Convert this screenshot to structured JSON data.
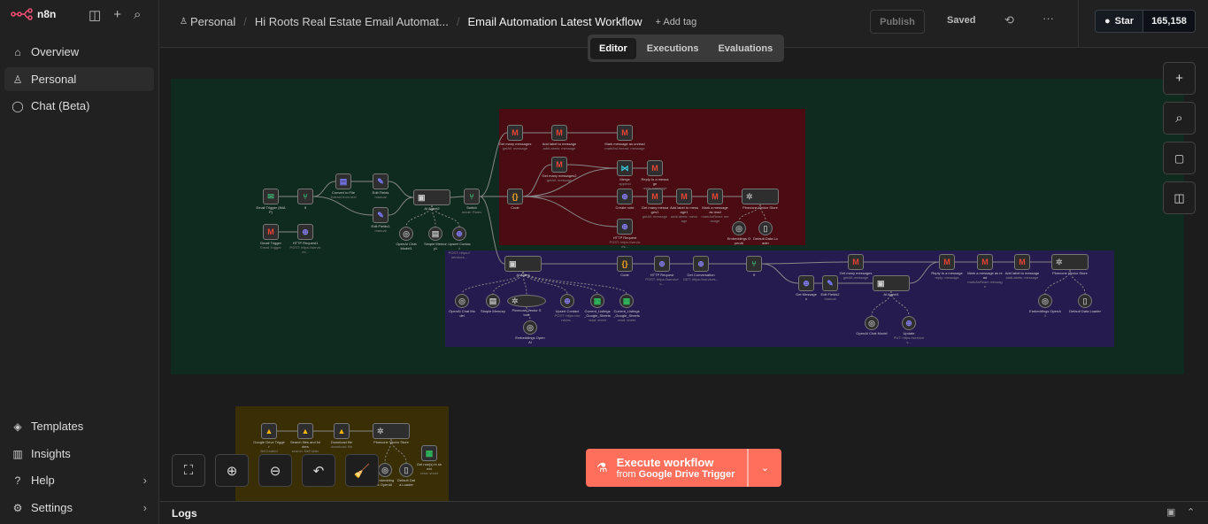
{
  "app": {
    "name": "n8n",
    "brand_color": "#ea4b71"
  },
  "sidebar": {
    "items": [
      {
        "label": "Overview",
        "icon": "home-icon"
      },
      {
        "label": "Personal",
        "icon": "user-icon"
      },
      {
        "label": "Chat (Beta)",
        "icon": "chat-icon"
      }
    ],
    "bottom": [
      {
        "label": "Templates",
        "icon": "templates-icon"
      },
      {
        "label": "Insights",
        "icon": "chart-icon"
      },
      {
        "label": "Help",
        "icon": "help-icon"
      },
      {
        "label": "Settings",
        "icon": "gear-icon"
      }
    ]
  },
  "header": {
    "breadcrumb": [
      "Personal",
      "Hi Roots Real Estate Email Automat...",
      "Email Automation Latest Workflow"
    ],
    "add_tag": "+ Add tag",
    "publish": "Publish",
    "saved": "Saved",
    "github_star": "Star",
    "github_count": "165,158"
  },
  "tabs": [
    "Editor",
    "Executions",
    "Evaluations"
  ],
  "canvas": {
    "groups": [
      {
        "color": "#0f2a1f"
      },
      {
        "color": "#4a0b12"
      },
      {
        "color": "#261b4f"
      },
      {
        "color": "#3a2e05"
      }
    ],
    "nodes": [
      {
        "id": "a1",
        "label": "Email Trigger (IMAP)",
        "icon": "email"
      },
      {
        "id": "a2",
        "label": "If",
        "icon": "if"
      },
      {
        "id": "a3",
        "label": "Convert to File",
        "sub": "Extract from text",
        "icon": "file"
      },
      {
        "id": "a4",
        "label": "Edit Fields",
        "sub": "manual",
        "icon": "pen"
      },
      {
        "id": "a5",
        "label": "Edit Fields1",
        "sub": "manual",
        "icon": "pen"
      },
      {
        "id": "a6",
        "label": "AI Agent2",
        "icon": "bot"
      },
      {
        "id": "a7",
        "label": "Switch",
        "sub": "mode: Rules",
        "icon": "if"
      },
      {
        "id": "a8",
        "label": "Gmail Trigger",
        "sub": "Email Trigger",
        "icon": "gmail"
      },
      {
        "id": "a9",
        "label": "HTTP Request1",
        "sub": "POST: https://services...",
        "icon": "globe"
      },
      {
        "id": "a10",
        "label": "OpenAI Chat Model1",
        "icon": "ai"
      },
      {
        "id": "a11",
        "label": "Simple Memory1",
        "icon": "db"
      },
      {
        "id": "a12",
        "label": "Upsert Contact",
        "sub": "POST: https://services...",
        "icon": "globe"
      },
      {
        "id": "r1",
        "label": "Get many messages",
        "sub": "getAll: message",
        "icon": "gmail"
      },
      {
        "id": "r2",
        "label": "Add label to message",
        "sub": "addLabels: message",
        "icon": "gmail"
      },
      {
        "id": "r3",
        "label": "Mark message as unread",
        "sub": "markAsUnread: message",
        "icon": "gmail"
      },
      {
        "id": "r4",
        "label": "Get many messages2",
        "sub": "getAll: message",
        "icon": "gmail"
      },
      {
        "id": "r5",
        "label": "Merge",
        "sub": "append",
        "icon": "merge"
      },
      {
        "id": "r6",
        "label": "Reply to a message",
        "sub": "reply: message",
        "icon": "gmail"
      },
      {
        "id": "r7",
        "label": "Code",
        "icon": "code"
      },
      {
        "id": "r8",
        "label": "Create note",
        "icon": "globe"
      },
      {
        "id": "r9",
        "label": "Get many messages1",
        "sub": "getAll: message",
        "icon": "gmail"
      },
      {
        "id": "r10",
        "label": "Add label to message1",
        "sub": "addLabels: message",
        "icon": "gmail"
      },
      {
        "id": "r11",
        "label": "Mark a message as read",
        "sub": "markAsRead: message",
        "icon": "gmail"
      },
      {
        "id": "r12",
        "label": "Pinecone Vector Store",
        "icon": "pine"
      },
      {
        "id": "r13",
        "label": "HTTP Request",
        "sub": "POST: https://services...",
        "icon": "globe"
      },
      {
        "id": "r14",
        "label": "Embeddings OpenAI",
        "icon": "ai"
      },
      {
        "id": "r15",
        "label": "Default Data Loader",
        "icon": "doc"
      },
      {
        "id": "b1",
        "label": "AI Agent",
        "icon": "bot"
      },
      {
        "id": "b2",
        "label": "Code",
        "icon": "code"
      },
      {
        "id": "b3",
        "label": "HTTP Request",
        "sub": "POST: https://services...",
        "icon": "globe"
      },
      {
        "id": "b4",
        "label": "Get Conversation",
        "sub": "GET: https://services...",
        "icon": "globe"
      },
      {
        "id": "b5",
        "label": "If",
        "icon": "if"
      },
      {
        "id": "b6",
        "label": "Get many messages",
        "sub": "getAll: message",
        "icon": "gmail"
      },
      {
        "id": "b7",
        "label": "Get Messages",
        "icon": "globe"
      },
      {
        "id": "b8",
        "label": "Edit Fields2",
        "sub": "manual",
        "icon": "pen"
      },
      {
        "id": "b9",
        "label": "AI Agent1",
        "icon": "bot"
      },
      {
        "id": "b10",
        "label": "Reply to a message",
        "sub": "reply: message",
        "icon": "gmail"
      },
      {
        "id": "b11",
        "label": "Mark a message as read",
        "sub": "markAsRead: message",
        "icon": "gmail"
      },
      {
        "id": "b12",
        "label": "Add label to message",
        "sub": "addLabels: message",
        "icon": "gmail"
      },
      {
        "id": "b13",
        "label": "Pinecone Vector Store",
        "icon": "pine"
      },
      {
        "id": "b14",
        "label": "OpenAI Chat Model",
        "icon": "ai"
      },
      {
        "id": "b15",
        "label": "Simple Memory",
        "icon": "db"
      },
      {
        "id": "b16",
        "label": "Pinecone Vector Store",
        "icon": "pine"
      },
      {
        "id": "b17",
        "label": "Upsert Contact",
        "sub": "POST: https://services...",
        "icon": "globe"
      },
      {
        "id": "b18",
        "label": "Current_Listings_Google_Sheets",
        "sub": "read: sheet",
        "icon": "sheet"
      },
      {
        "id": "b19",
        "label": "Current_Listings_Google_Sheets",
        "sub": "read: sheet",
        "icon": "sheet"
      },
      {
        "id": "b20",
        "label": "Embeddings OpenAI",
        "icon": "ai"
      },
      {
        "id": "b21",
        "label": "OpenAI Chat Model",
        "icon": "ai"
      },
      {
        "id": "b22",
        "label": "Update",
        "sub": "PUT: https://services...",
        "icon": "globe"
      },
      {
        "id": "b23",
        "label": "Embeddings OpenAI",
        "icon": "ai"
      },
      {
        "id": "b24",
        "label": "Default Data Loader",
        "icon": "doc"
      },
      {
        "id": "y1",
        "label": "Google Drive Trigger",
        "sub": "fileCreated",
        "icon": "gdrive"
      },
      {
        "id": "y2",
        "label": "Search files and folders",
        "sub": "search: fileFolder",
        "icon": "gdrive"
      },
      {
        "id": "y3",
        "label": "Download file",
        "sub": "download: file",
        "icon": "gdrive"
      },
      {
        "id": "y4",
        "label": "Pinecone Vector Store",
        "icon": "pine"
      },
      {
        "id": "y5",
        "label": "Embeddings OpenAI",
        "icon": "ai"
      },
      {
        "id": "y6",
        "label": "Default Data Loader",
        "icon": "doc"
      },
      {
        "id": "y7",
        "label": "Get row(s) in sheet",
        "sub": "read: sheet",
        "icon": "sheet"
      }
    ]
  },
  "execute": {
    "label": "Execute workflow",
    "from_prefix": "from",
    "from_node": "Google Drive Trigger",
    "color": "#ff6f5c"
  },
  "logs": {
    "label": "Logs"
  }
}
